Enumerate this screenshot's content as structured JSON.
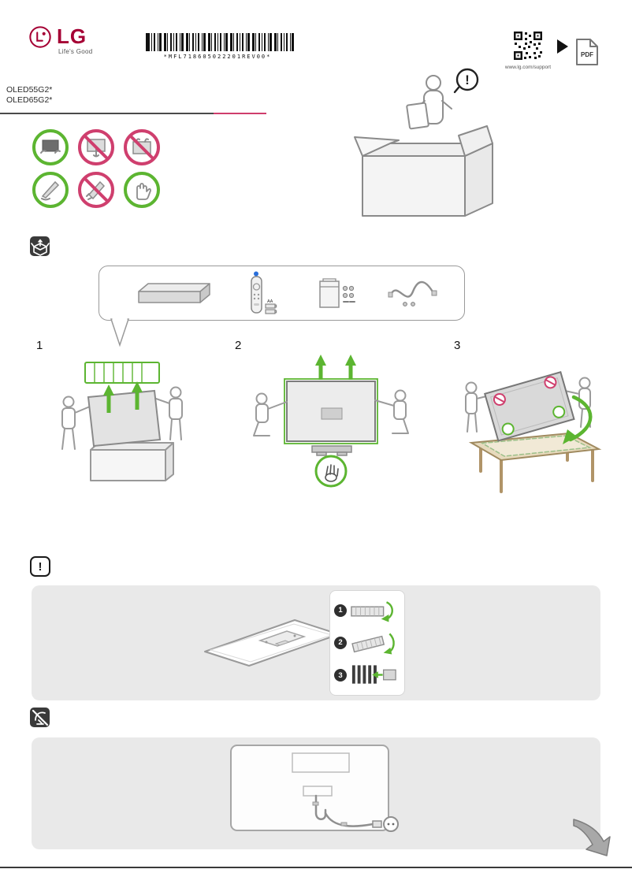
{
  "brand": {
    "name": "LG",
    "tagline": "Life's Good"
  },
  "barcode": {
    "text": "*MFL718605022201REV00*"
  },
  "support": {
    "url": "www.lg.com/support",
    "pdf_label": "PDF"
  },
  "models": {
    "line1": "OLED55G2*",
    "line2": "OLED65G2*"
  },
  "steps": {
    "s1": "1",
    "s2": "2",
    "s3": "3"
  },
  "badges": {
    "b1": "1",
    "b2": "2",
    "b3": "3"
  },
  "icons": {
    "exclamation": "!"
  },
  "accessories": {
    "battery_label": "AA"
  },
  "colors": {
    "brand_red": "#a50034",
    "accent_green": "#5cb531",
    "prohibit_pink": "#cf3f6e",
    "box_gray": "#e9e9e9"
  }
}
